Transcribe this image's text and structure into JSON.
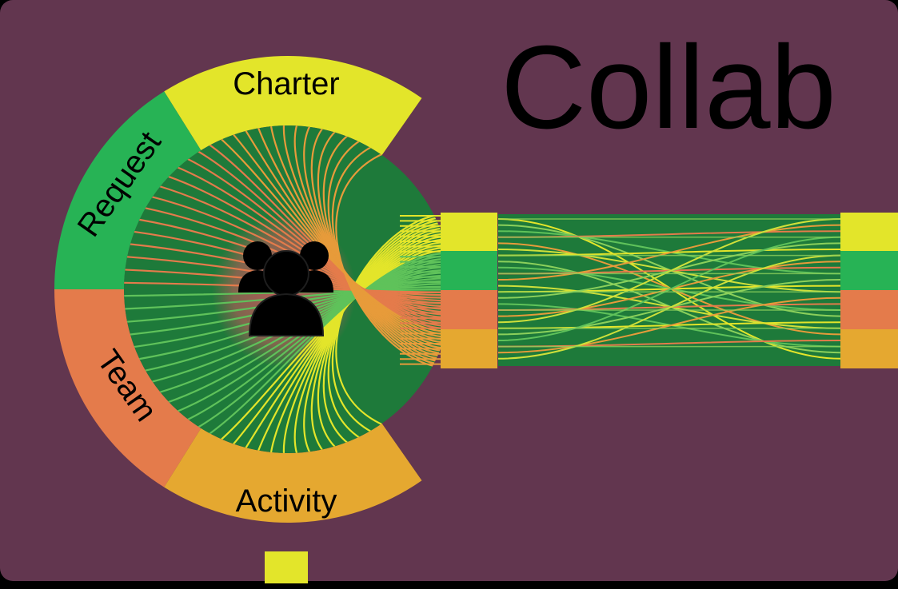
{
  "title": "Collab",
  "segments": {
    "charter": "Charter",
    "request": "Request",
    "team": "Team",
    "activity": "Activity"
  },
  "colors": {
    "background": "#62364f",
    "frame": "#000000",
    "circle": "#1e7a3a",
    "charter": "#e3e52a",
    "request": "#27b355",
    "team": "#e47b4b",
    "activity": "#e5a830",
    "pinkCenter": "#c0585a"
  },
  "icon": "group-of-people-icon"
}
